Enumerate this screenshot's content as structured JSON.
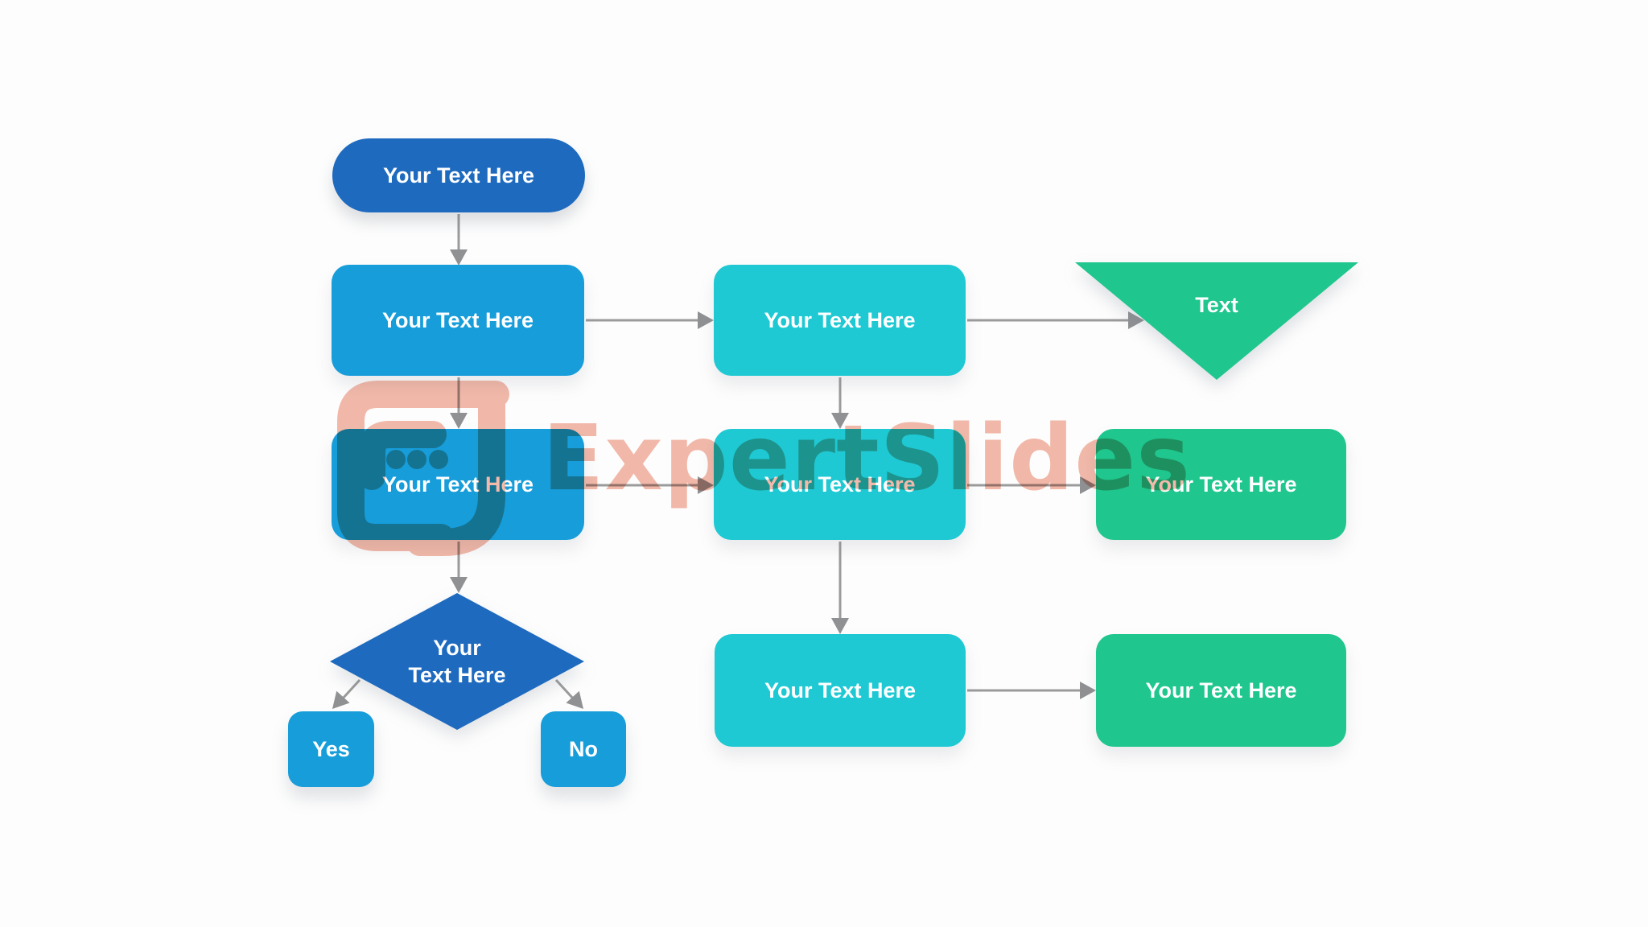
{
  "page": {
    "type": "flowchart-template-slide",
    "background_color": "#fdfdfd"
  },
  "colors": {
    "dark_blue": "#1d6abf",
    "blue": "#169dda",
    "cyan": "#1ec9d3",
    "green": "#1fc68d",
    "connector_gray": "#9b9b9b",
    "label_text": "#ffffff",
    "watermark_salmon": "#e87a5e"
  },
  "flowchart": {
    "start": {
      "label": "Your Text Here"
    },
    "process_left_1": {
      "label": "Your Text Here"
    },
    "process_mid_1": {
      "label": "Your Text Here"
    },
    "terminator_triangle": {
      "label": "Text"
    },
    "process_left_2": {
      "label": "Your Text Here"
    },
    "process_mid_2": {
      "label": "Your Text Here"
    },
    "process_right_2": {
      "label": "Your Text Here"
    },
    "decision": {
      "line1": "Your",
      "line2": "Text Here"
    },
    "yes_branch": {
      "label": "Yes"
    },
    "no_branch": {
      "label": "No"
    },
    "process_mid_3": {
      "label": "Your Text Here"
    },
    "process_right_3": {
      "label": "Your Text Here"
    }
  },
  "watermark": {
    "brand": "ExpertSlides",
    "logo_icon": "chat-bubble-logo-icon"
  }
}
